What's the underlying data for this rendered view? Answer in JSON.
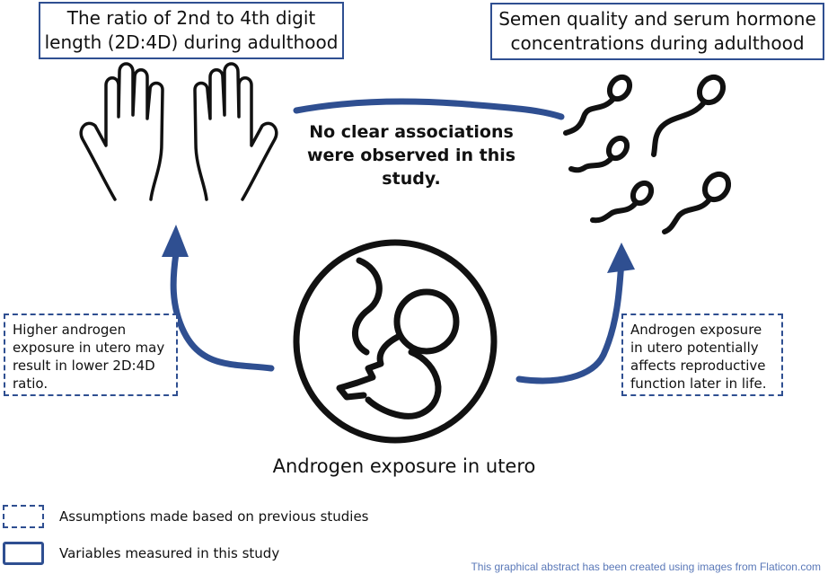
{
  "boxes": {
    "top_left": "The ratio of 2nd to 4th digit length (2D:4D) during adulthood",
    "top_right": "Semen quality and serum hormone concentrations during adulthood"
  },
  "center_note": "No clear associations were observed in this study.",
  "notes": {
    "left": "Higher androgen exposure in utero may result in lower 2D:4D ratio.",
    "right": "Androgen exposure in utero potentially affects reproductive function later in life."
  },
  "bottom_label": "Androgen exposure in utero",
  "legend": {
    "dashed": "Assumptions made based on previous studies",
    "solid": "Variables measured in this study"
  },
  "credit": "This graphical abstract has been created using images from Flaticon.com",
  "colors": {
    "accent": "#2f4f91",
    "ink": "#111111"
  },
  "icons": [
    "hands-icon",
    "sperm-icon",
    "fetus-icon"
  ]
}
